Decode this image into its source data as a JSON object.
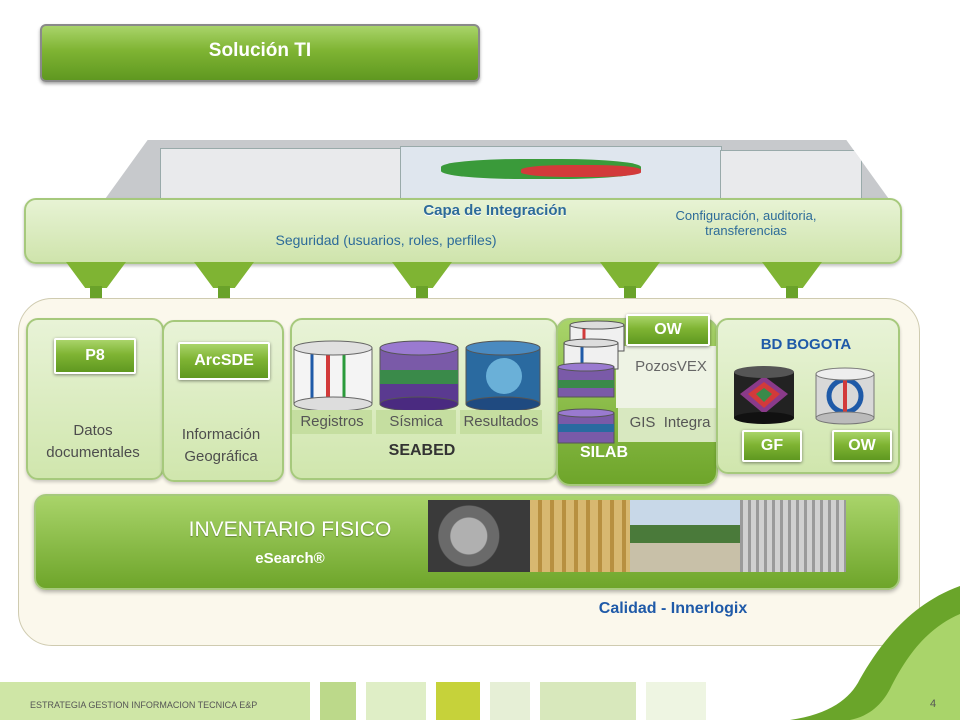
{
  "title": "Solución TI",
  "integration": {
    "layer_title": "Capa de Integración",
    "security": "Seguridad (usuarios, roles, perfiles)",
    "config_line1": "Configuración, auditoria,",
    "config_line2": "transferencias"
  },
  "modules": {
    "p8": {
      "button": "P8",
      "line1": "Datos",
      "line2": "documentales"
    },
    "arcsde": {
      "button": "ArcSDE",
      "line1": "Información",
      "line2": "Geográfica"
    },
    "seabed": {
      "name": "SEABED",
      "labels": [
        "Registros",
        "Sísmica",
        "Resultados"
      ]
    },
    "silab": {
      "name": "SILAB",
      "button": "OW",
      "pozos": "PozosVEX",
      "gis": "GIS  Integra"
    },
    "bogota": {
      "title": "BD BOGOTA",
      "gf": "GF",
      "ow": "OW"
    }
  },
  "inventory": {
    "title": "INVENTARIO FISICO",
    "subtitle": "eSearch®"
  },
  "quality": "Calidad - Innerlogix",
  "footer": {
    "text": "ESTRATEGIA GESTION INFORMACION TECNICA E&P",
    "page": "4"
  },
  "colors": {
    "accent_green": "#7fb433",
    "text_blue": "#2d6b99",
    "dark_blue": "#1f5aa8"
  }
}
